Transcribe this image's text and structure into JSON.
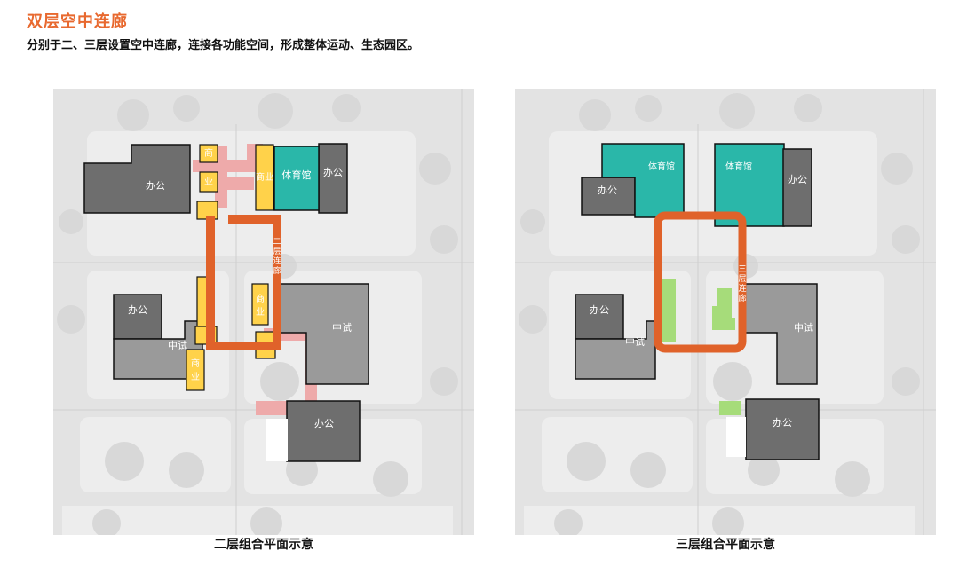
{
  "header": {
    "title": "双层空中连廊",
    "subtitle": "分别于二、三层设置空中连廊，连接各功能空间，形成整体运动、生态园区。"
  },
  "colors": {
    "accent": "#e8692f",
    "corridor": "#e0622a",
    "pink_link": "#eeaaaa",
    "commercial": "#ffd24a",
    "sports": "#2ab7a9",
    "building_dark": "#6e6e6e",
    "building_mid": "#9a9a9a",
    "green": "#a6dc7a"
  },
  "plans": [
    {
      "caption": "二层组合平面示意",
      "corridor_label": [
        "二",
        "层",
        "连",
        "廊"
      ],
      "labels": {
        "office_nw": "办公",
        "office_ne": "办公",
        "office_w": "办公",
        "office_se": "办公",
        "exam_w": "中试",
        "exam_e": "中试",
        "sports": "体育馆",
        "commerce_a": "商",
        "commerce_b": "业",
        "commerce_v": "商业",
        "commerce_m1": "商",
        "commerce_m2": "业",
        "commerce_s1": "商",
        "commerce_s2": "业"
      }
    },
    {
      "caption": "三层组合平面示意",
      "corridor_label": [
        "三",
        "层",
        "连",
        "廊"
      ],
      "labels": {
        "office_nw": "办公",
        "office_ne": "办公",
        "office_w": "办公",
        "office_se": "办公",
        "exam_w": "中试",
        "exam_e": "中试",
        "sports_w": "体育馆",
        "sports_e": "体育馆"
      }
    }
  ]
}
